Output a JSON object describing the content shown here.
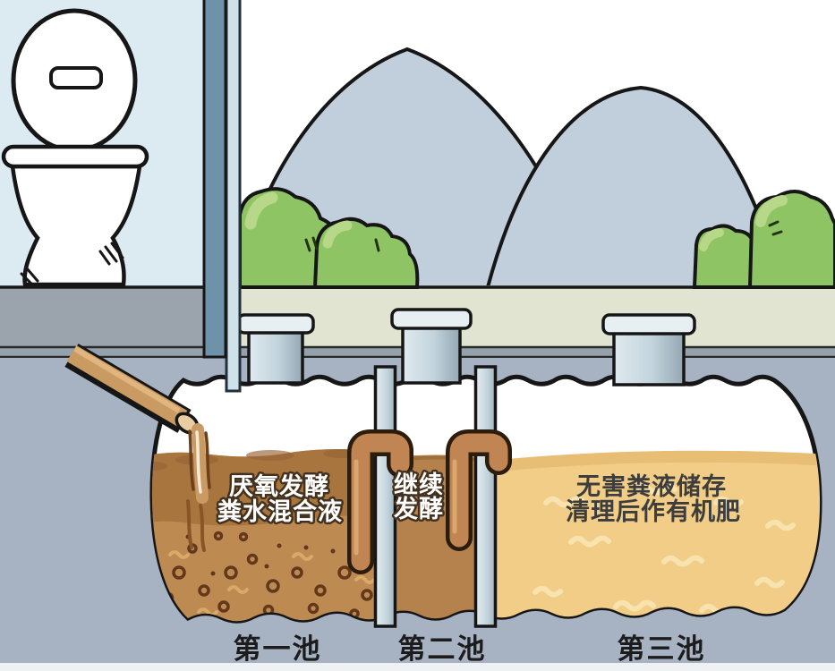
{
  "scene": {
    "description_labels": {
      "chamber1_caption_line1": "厌氧发酵",
      "chamber1_caption_line2": "粪水混合液",
      "chamber2_caption_line1": "继续",
      "chamber2_caption_line2": "发酵",
      "chamber3_caption_line1": "无害粪液储存",
      "chamber3_caption_line2": "清理后作有机肥",
      "chamber1_name": "第一池",
      "chamber2_name": "第二池",
      "chamber3_name": "第三池"
    },
    "chambers": [
      {
        "name": "第一池",
        "caption_line1": "厌氧发酵",
        "caption_line2": "粪水混合液"
      },
      {
        "name": "第二池",
        "caption_line1": "继续",
        "caption_line2": "发酵"
      },
      {
        "name": "第三池",
        "caption_line1": "无害粪液储存",
        "caption_line2": "清理后作有机肥"
      }
    ],
    "colors": {
      "chamber1_liquid": "#bd8a52",
      "chamber1_liquid_dark_layer": "#a9753f",
      "chamber2_liquid": "#b5824d",
      "chamber3_liquid": "#f1cd87",
      "transfer_pipe_brown": "#c08552",
      "soil_underground": "#a7b2c3",
      "mountain": "#c1cedb",
      "bush_green": "#8fc464",
      "ground_strip": "#e0e4d0",
      "room_wall": "#dceaf2",
      "caption_light_text": "#ffffff",
      "caption_dark_text": "#3d3d3d"
    }
  }
}
